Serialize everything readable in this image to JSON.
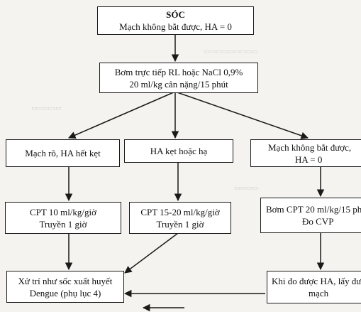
{
  "nodes": {
    "shock": {
      "title": "SÓC",
      "line2": "Mạch không bắt được, HA = 0"
    },
    "bolus": {
      "line1": "Bơm trực tiếp RL hoặc NaCl 0,9%",
      "line2": "20 ml/kg cân nặng/15 phút"
    },
    "pulse_clear": {
      "line1": "Mạch rõ, HA hết kẹt"
    },
    "bp_narrow": {
      "line1": "HA kẹt hoặc hạ"
    },
    "pulse_absent": {
      "line1": "Mạch không bắt được,",
      "line2": "HA = 0"
    },
    "cpt10": {
      "line1": "CPT 10 ml/kg/giờ",
      "line2": "Truyền 1 giờ"
    },
    "cpt15": {
      "line1": "CPT 15-20 ml/kg/giờ",
      "line2": "Truyền 1 giờ"
    },
    "cpt20": {
      "line1": "Bơm CPT 20 ml/kg/15 ph",
      "line2": "Đo CVP"
    },
    "manage": {
      "line1": "Xử trí như sốc xuất huyết",
      "line2": "Dengue (phụ lục 4)"
    },
    "measured": {
      "line1": "Khi đo được HA, lấy được",
      "line2": "mạch"
    }
  }
}
